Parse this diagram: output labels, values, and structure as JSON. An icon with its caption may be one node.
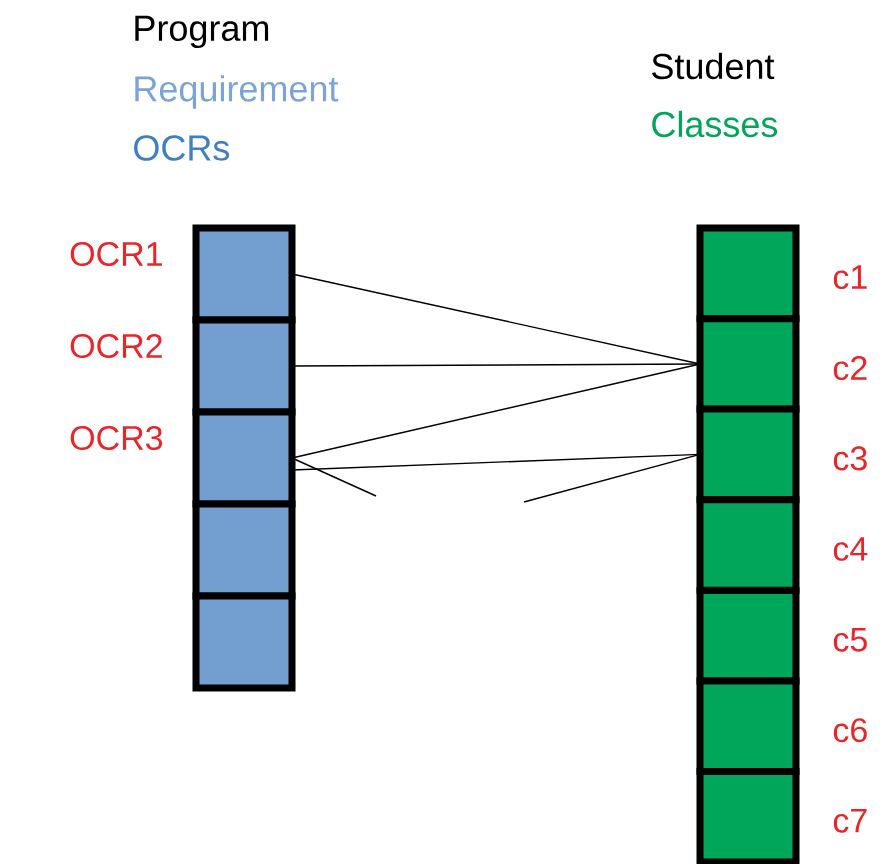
{
  "diagram": {
    "nodes": [
      {
        "text": [],
        "shape": "box",
        "beside": [
          "OCR1"
        ]
      },
      {
        "text": [],
        "shape": "box",
        "beside": [
          "OCR2"
        ]
      },
      {
        "text": [],
        "shape": "box",
        "beside": [
          "OCR3"
        ]
      },
      {
        "text": [],
        "shape": "box"
      },
      {
        "text": [],
        "shape": "box"
      },
      {
        "text": [],
        "shape": "box",
        "beside": [
          "c1"
        ]
      },
      {
        "text": [],
        "shape": "box",
        "beside": [
          "c2"
        ]
      },
      {
        "text": [],
        "shape": "box",
        "beside": [
          "c3"
        ]
      },
      {
        "text": [],
        "shape": "box",
        "beside": [
          "c4"
        ]
      },
      {
        "text": [],
        "shape": "box",
        "beside": [
          "c5"
        ]
      },
      {
        "text": [],
        "shape": "box",
        "beside": [
          "c6"
        ]
      },
      {
        "text": [],
        "shape": "box",
        "beside": [
          "c7"
        ]
      }
    ],
    "edges": [
      {
        "from": 0,
        "to": 6,
        "arrow": "none"
      },
      {
        "from": 1,
        "to": 6,
        "arrow": "none"
      },
      {
        "from": 2,
        "to": 6,
        "arrow": "none"
      },
      {
        "from": 2,
        "to": 7,
        "arrow": "none"
      },
      {
        "from": 2,
        "to": null,
        "arrow": "none"
      },
      {
        "from": null,
        "to": 7,
        "arrow": "none"
      }
    ],
    "labels": [
      "Program",
      "Requirement",
      "OCRs",
      "Student",
      "Classes"
    ]
  }
}
